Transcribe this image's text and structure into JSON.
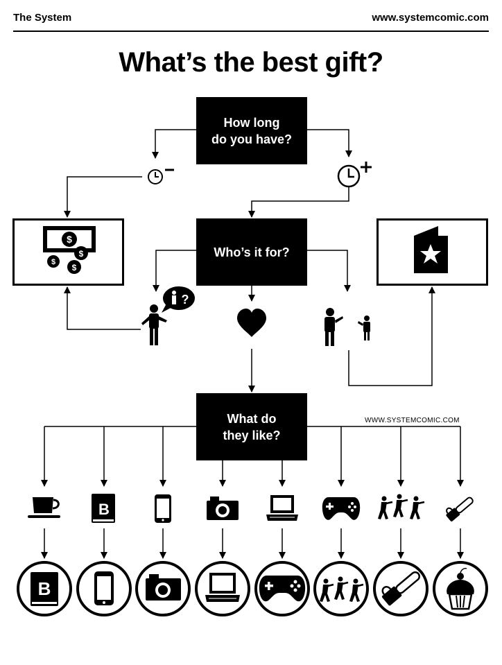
{
  "header": {
    "brand": "The System",
    "site": "www.systemcomic.com"
  },
  "title": "What’s the best gift?",
  "questions": {
    "time": "How long\ndo you have?",
    "who": "Who’s it for?",
    "likes": "What do\nthey like?"
  },
  "watermark": "WWW.SYSTEMCOMIC.COM",
  "badges": {
    "short_time": "−",
    "long_time": "+",
    "unknown_person": "?",
    "money_symbol": "$",
    "book_letter": "B"
  },
  "interests": [
    {
      "icon": "coffee-cup-icon",
      "gift_icon": "book-icon"
    },
    {
      "icon": "book-icon",
      "gift_icon": "smartphone-icon"
    },
    {
      "icon": "smartphone-icon",
      "gift_icon": "camera-icon"
    },
    {
      "icon": "camera-icon",
      "gift_icon": "laptop-icon"
    },
    {
      "icon": "laptop-icon",
      "gift_icon": "game-controller-icon"
    },
    {
      "icon": "game-controller-icon",
      "gift_icon": "zombies-icon"
    },
    {
      "icon": "zombies-icon",
      "gift_icon": "chainsaw-icon"
    },
    {
      "icon": "chainsaw-icon",
      "gift_icon": "cupcake-icon"
    }
  ]
}
